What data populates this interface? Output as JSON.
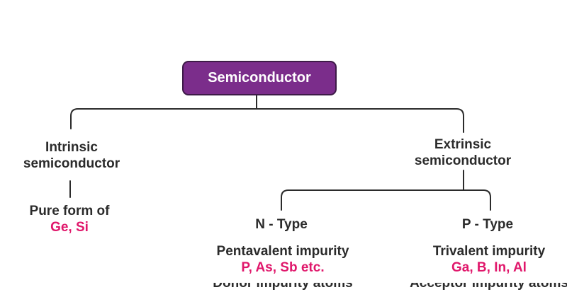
{
  "diagram": {
    "root": {
      "label": "Semiconductor"
    },
    "intrinsic": {
      "label_line1": "Intrinsic",
      "label_line2": "semiconductor",
      "desc_line1": "Pure form of",
      "desc_line2": "Ge, Si"
    },
    "extrinsic": {
      "label_line1": "Extrinsic",
      "label_line2": "semiconductor",
      "n_type": {
        "label": "N - Type",
        "impurity": "Pentavalent impurity",
        "elements": "P, As, Sb etc.",
        "partial_line": "Donor impurity atoms"
      },
      "p_type": {
        "label": "P - Type",
        "impurity": "Trivalent impurity",
        "elements": "Ga, B, In, Al",
        "partial_line": "Acceptor impurity atoms"
      }
    },
    "colors": {
      "root_fill": "#7b2d8b",
      "root_border": "#3d1a47",
      "accent": "#e0176b",
      "text": "#2b2b2b",
      "line": "#2b2b2b"
    }
  }
}
